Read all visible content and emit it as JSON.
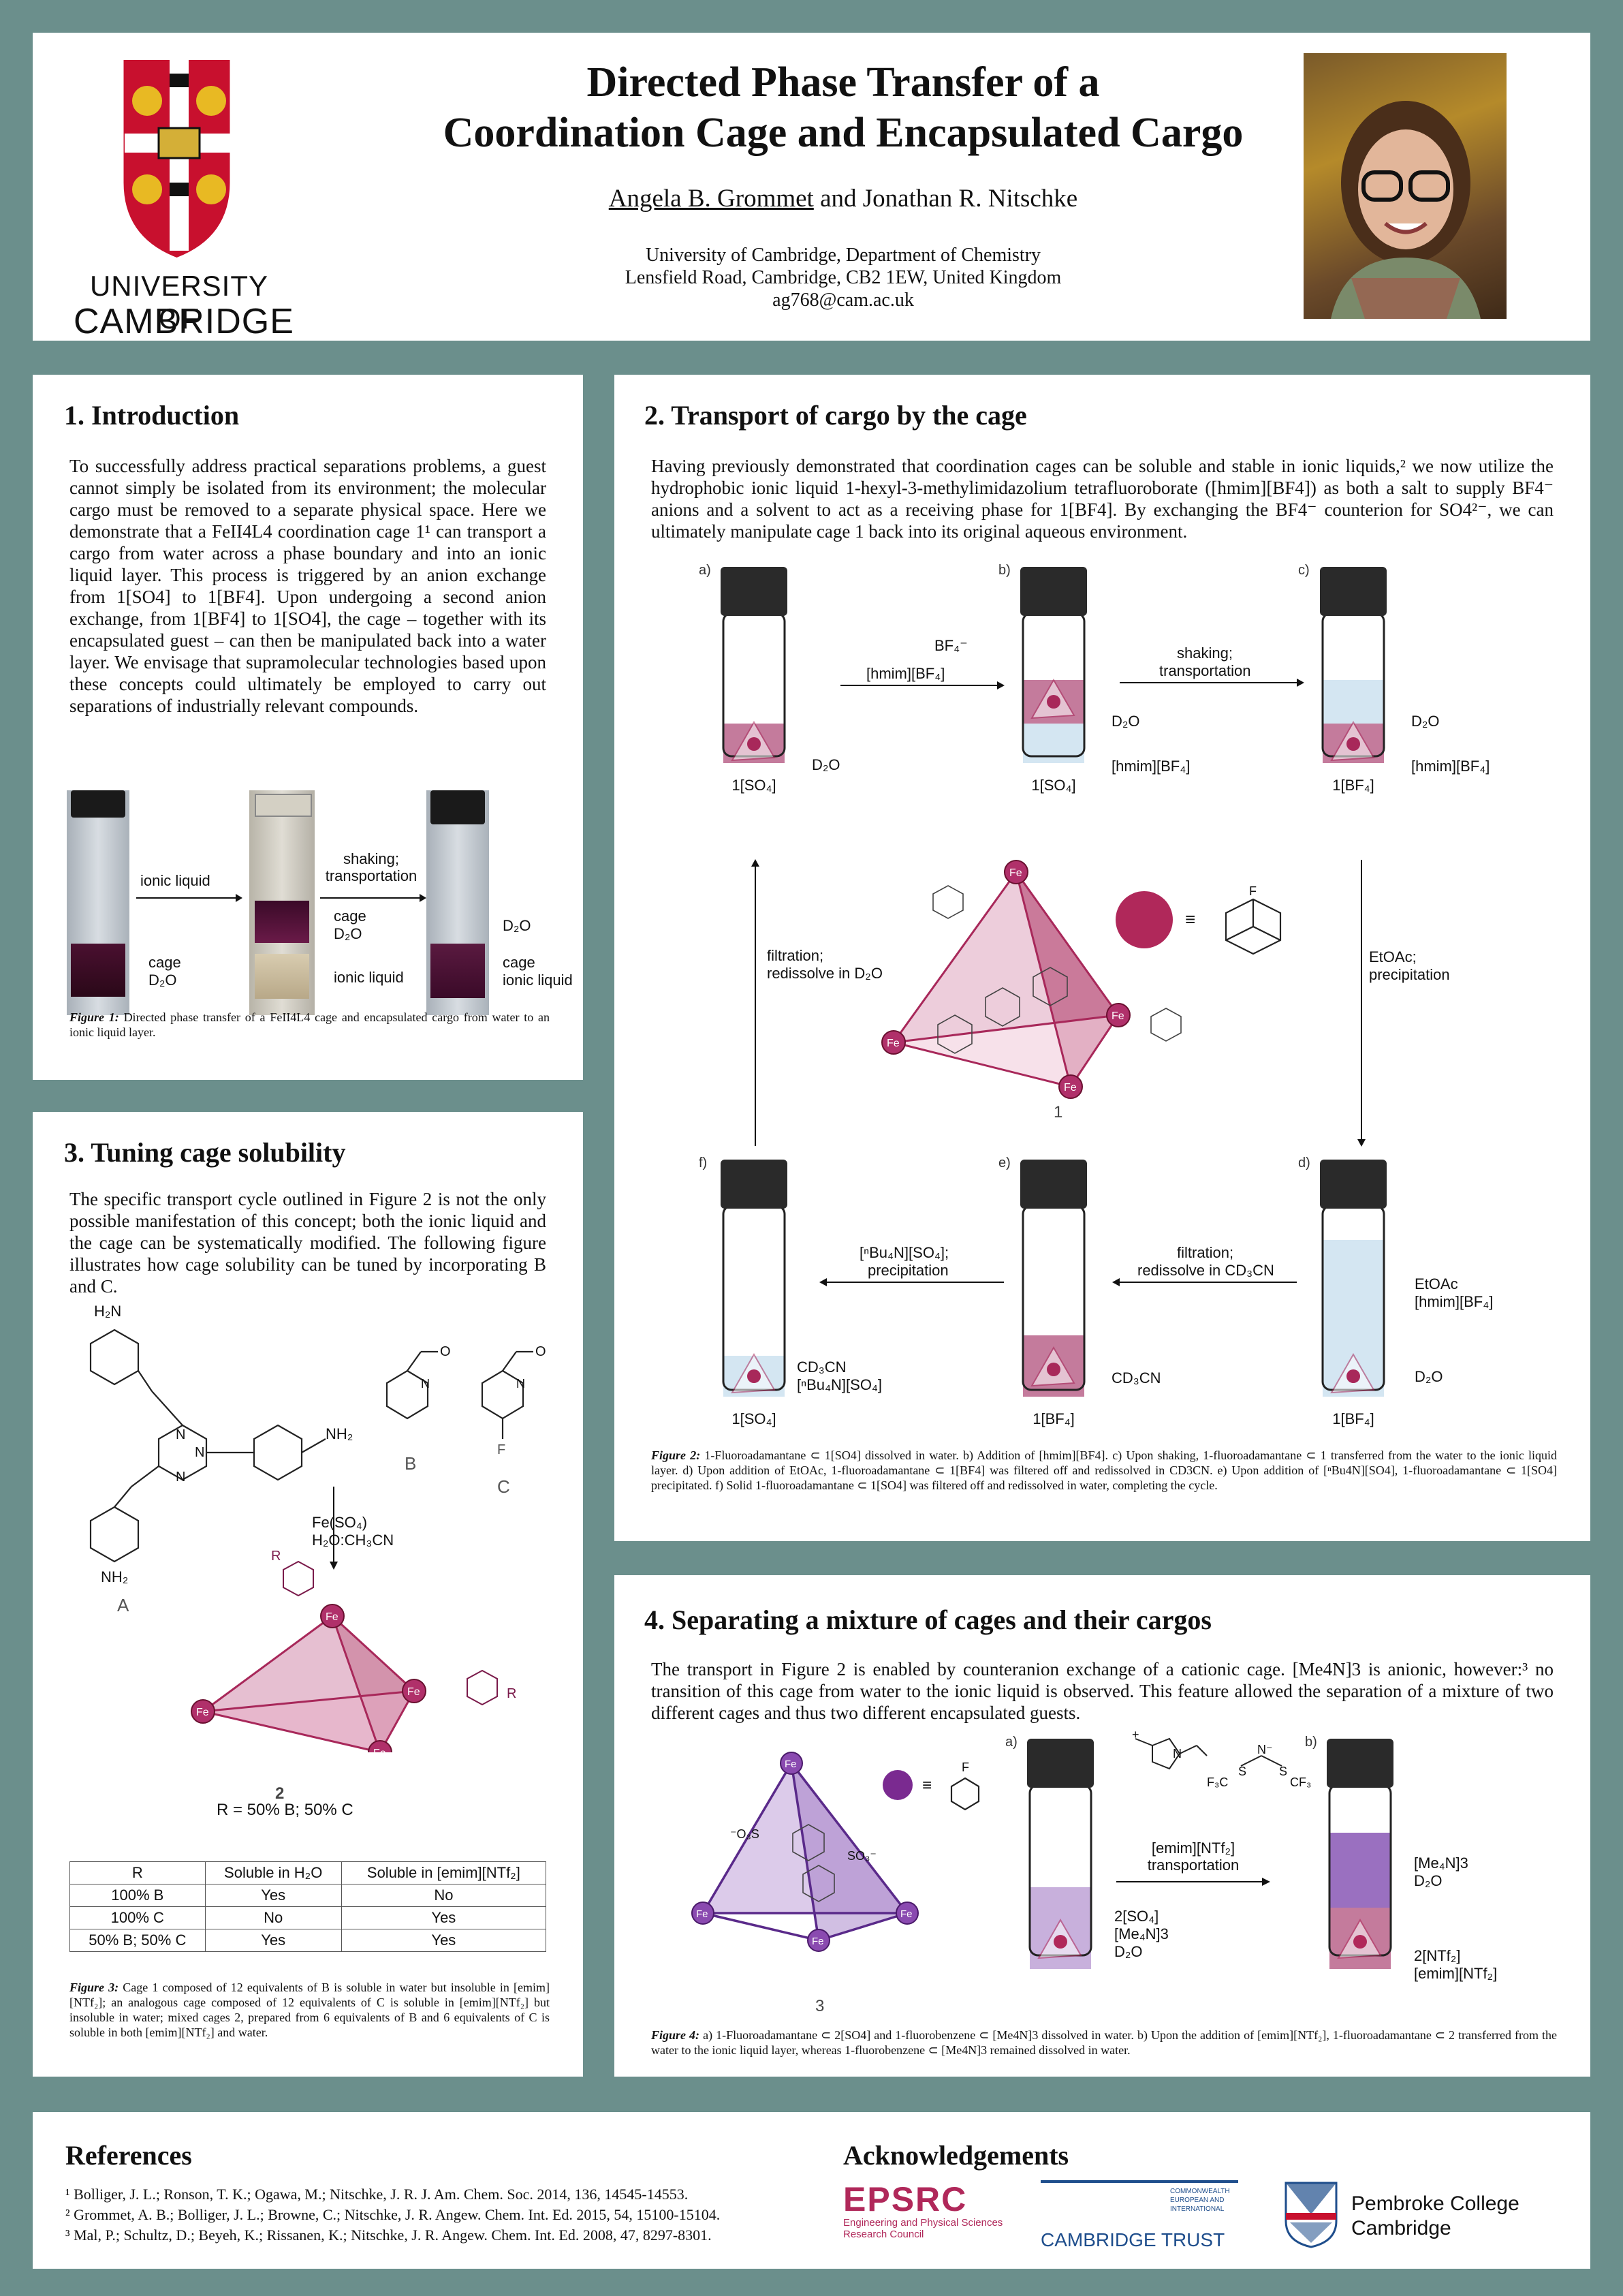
{
  "header": {
    "title_line1": "Directed Phase Transfer of a",
    "title_line2": "Coordination Cage and Encapsulated Cargo",
    "author_main": "Angela B. Grommet",
    "author_rest": "and Jonathan R. Nitschke",
    "affiliation_line1": "University of Cambridge, Department of Chemistry",
    "affiliation_line2": "Lensfield Road, Cambridge, CB2 1EW, United Kingdom",
    "email": "ag768@cam.ac.uk",
    "logo_text_line1": "UNIVERSITY OF",
    "logo_text_line2": "CAMBRIDGE"
  },
  "intro": {
    "heading": "1. Introduction",
    "text": "To successfully address practical separations problems, a guest cannot simply be isolated from its environment; the molecular cargo must be removed to a separate physical space. Here we demonstrate that a FeII4L4 coordination cage 1¹ can transport a cargo from water across a phase boundary and into an ionic liquid layer. This process is triggered by an anion exchange from 1[SO4] to 1[BF4]. Upon undergoing a second anion exchange, from 1[BF4] to 1[SO4], the cage – together with its encapsulated guest – can then be manipulated back into a water layer. We envisage that supramolecular technologies based upon these concepts could ultimately be employed to carry out separations of industrially relevant compounds.",
    "fig_arrow1": "ionic liquid",
    "fig_arrow2_line1": "shaking;",
    "fig_arrow2_line2": "transportation",
    "fig_label_cage": "cage",
    "fig_label_d2o": "D₂O",
    "fig_label_il": "ionic liquid",
    "caption_label": "Figure 1:",
    "caption_text": "Directed phase transfer of a FeII4L4 cage and encapsulated cargo from water to an ionic liquid layer."
  },
  "tuning": {
    "heading": "3. Tuning cage solubility",
    "text": "The specific transport cycle outlined in Figure 2 is not the only possible manifestation of this concept; both the ionic liquid and the cage can be systematically modified. The following figure illustrates how cage solubility can be tuned by incorporating B and C.",
    "label_A": "A",
    "label_B": "B",
    "label_C": "C",
    "reagent_line1": "Fe(SO₄)",
    "reagent_line2": "H₂O:CH₃CN",
    "cage_label": "2",
    "ratio": "R = 50% B; 50% C",
    "table": {
      "headers": [
        "R",
        "Soluble in H₂O",
        "Soluble in [emim][NTf₂]"
      ],
      "rows": [
        [
          "100% B",
          "Yes",
          "No"
        ],
        [
          "100% C",
          "No",
          "Yes"
        ],
        [
          "50% B; 50% C",
          "Yes",
          "Yes"
        ]
      ]
    },
    "caption_label": "Figure 3:",
    "caption_text": "Cage 1 composed of 12 equivalents of B is soluble in water but insoluble in [emim][NTf₂]; an analogous cage composed of 12 equivalents of C is soluble in [emim][NTf₂] but insoluble in water; mixed cages 2, prepared from 6 equivalents of B and 6 equivalents of C is soluble in both [emim][NTf₂] and water."
  },
  "transport": {
    "heading": "2. Transport of cargo by the cage",
    "text": "Having previously demonstrated that coordination cages can be soluble and stable in ionic liquids,² we now utilize the hydrophobic ionic liquid 1-hexyl-3-methylimidazolium tetrafluoroborate ([hmim][BF4]) as both a salt to supply BF4⁻ anions and a solvent to act as a receiving phase for 1[BF4]. By exchanging the BF4⁻ counterion for SO4²⁻, we can ultimately manipulate cage 1 back into its original aqueous environment.",
    "vials": [
      {
        "tag": "a)",
        "name": "1[SO₄]"
      },
      {
        "tag": "b)",
        "name": "1[SO₄]"
      },
      {
        "tag": "c)",
        "name": "1[BF₄]"
      },
      {
        "tag": "d)",
        "name": "1[BF₄]"
      },
      {
        "tag": "e)",
        "name": "1[BF₄]"
      },
      {
        "tag": "f)",
        "name": "1[SO₄]"
      }
    ],
    "labels": {
      "a_d2o": "D₂O",
      "b_d2o": "D₂O",
      "b_il": "[hmim][BF₄]",
      "c_d2o": "D₂O",
      "c_il": "[hmim][BF₄]",
      "d_top1": "EtOAc",
      "d_top2": "[hmim][BF₄]",
      "d_d2o": "D₂O",
      "e_lbl": "CD₃CN",
      "f_lbl1": "CD₃CN",
      "f_lbl2": "[ⁿBu₄N][SO₄]"
    },
    "arrows": {
      "ab": "[hmim][BF₄]",
      "bf4_anion": "BF₄⁻",
      "bc_1": "shaking;",
      "bc_2": "transportation",
      "cd_1": "EtOAc;",
      "cd_2": "precipitation",
      "de_1": "filtration;",
      "de_2": "redissolve in CD₃CN",
      "ef_1": "[ⁿBu₄N][SO₄];",
      "ef_2": "precipitation",
      "fa_1": "filtration;",
      "fa_2": "redissolve in D₂O"
    },
    "cage_label": "1",
    "equiv": "≡",
    "fe": "Fe",
    "caption_label": "Figure 2:",
    "caption_text": "1-Fluoroadamantane ⊂ 1[SO4] dissolved in water. b) Addition of [hmim][BF4]. c) Upon shaking, 1-fluoroadamantane ⊂ 1 transferred from the water to the ionic liquid layer. d) Upon addition of EtOAc, 1-fluoroadamantane ⊂ 1[BF4] was filtered off and redissolved in CD3CN. e) Upon addition of [ⁿBu4N][SO4], 1-fluoroadamantane ⊂ 1[SO4] precipitated. f) Solid 1-fluoroadamantane ⊂ 1[SO4] was filtered off and redissolved in water, completing the cycle."
  },
  "separating": {
    "heading": "4. Separating a mixture of cages and their cargos",
    "text": "The transport in Figure 2 is enabled by counteranion exchange of a cationic cage. [Me4N]3 is anionic, however:³ no transition of this cage from water to the ionic liquid is observed. This feature allowed the separation of a mixture of two different cages and thus two different encapsulated guests.",
    "cage_label": "3",
    "vial_a_tag": "a)",
    "vial_b_tag": "b)",
    "a_lbl1": "2[SO₄]",
    "a_lbl2": "[Me₄N]3",
    "a_lbl3": "D₂O",
    "arrow_1": "[emim][NTf₂]",
    "arrow_2": "transportation",
    "b_top1": "[Me₄N]3",
    "b_top2": "D₂O",
    "b_bot1": "2[NTf₂]",
    "b_bot2": "[emim][NTf₂]",
    "caption_label": "Figure 4:",
    "caption_text": "a) 1-Fluoroadamantane ⊂ 2[SO4] and 1-fluorobenzene ⊂ [Me4N]3 dissolved in water. b) Upon the addition of [emim][NTf₂], 1-fluoroadamantane ⊂ 2 transferred from the water to the ionic liquid layer, whereas 1-fluorobenzene ⊂ [Me4N]3 remained dissolved in water."
  },
  "references": {
    "heading": "References",
    "items": [
      "¹ Bolliger, J. L.; Ronson, T. K.; Ogawa, M.; Nitschke, J. R. J. Am. Chem. Soc. 2014, 136, 14545-14553.",
      "² Grommet, A. B.; Bolliger, J. L.; Browne, C.; Nitschke, J. R. Angew. Chem. Int. Ed. 2015, 54, 15100-15104.",
      "³ Mal, P.; Schultz, D.; Beyeh, K.; Rissanen, K.; Nitschke, J. R. Angew. Chem. Int. Ed. 2008, 47, 8297-8301."
    ]
  },
  "acknowledgements": {
    "heading": "Acknowledgements",
    "epsrc": "EPSRC",
    "epsrc_sub1": "Engineering and Physical Sciences",
    "epsrc_sub2": "Research Council",
    "trust_main": "CAMBRIDGE TRUST",
    "trust_side": "COMMONWEALTH EUROPEAN AND INTERNATIONAL",
    "pembroke1": "Pembroke College",
    "pembroke2": "Cambridge"
  },
  "colors": {
    "frame": "#6b8f8c",
    "cage_pink": "#a8285a",
    "cage_purple": "#7b3b9a",
    "water_blue": "#d4e6f2"
  }
}
